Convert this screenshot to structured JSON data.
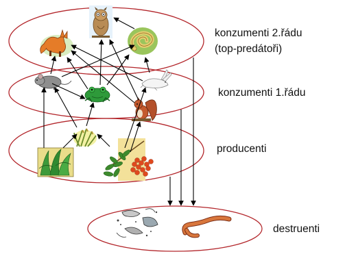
{
  "labels": {
    "consumers2_line1": "konzumenti 2.řádu",
    "consumers2_line2": "(top-predátoři)",
    "consumers1": "konzumenti 1.řádu",
    "producers": "producenti",
    "decomposers": "destruenti"
  },
  "colors": {
    "ellipse_stroke": "#b3262b",
    "arrow": "#000000",
    "background": "#ffffff"
  },
  "organisms": {
    "level2": [
      "fox-icon",
      "owl-icon",
      "snake-icon"
    ],
    "level1": [
      "mouse-icon",
      "frog-icon",
      "rabbit-icon",
      "squirrel-icon"
    ],
    "producers": [
      "plant-bush-icon",
      "grass-icon",
      "rowan-branch-icon"
    ],
    "decomposers": [
      "microorganisms-icon",
      "earthworm-icon"
    ]
  }
}
